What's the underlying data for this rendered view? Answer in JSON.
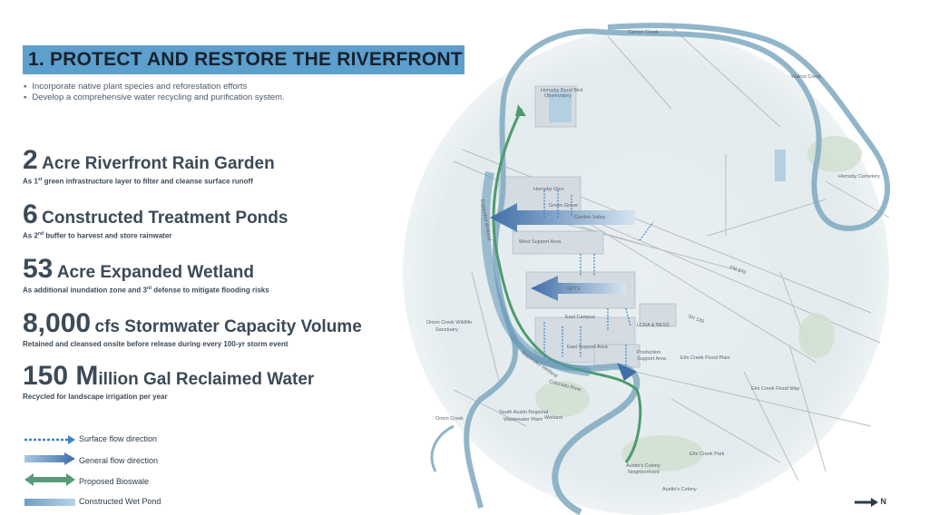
{
  "header": {
    "title": "1. PROTECT AND RESTORE THE RIVERFRONT"
  },
  "bullets": [
    "Incorporate native plant species and reforestation efforts",
    "Develop a comprehensive water recycling and purification system."
  ],
  "stats": [
    {
      "value": "2",
      "label": "Acre Riverfront Rain Garden",
      "desc_pre": "As 1",
      "desc_sup": "st",
      "desc_post": " green infrastructure layer to filter and cleanse surface runoff"
    },
    {
      "value": "6",
      "label": "Constructed Treatment Ponds",
      "desc_pre": "As 2",
      "desc_sup": "nd",
      "desc_post": " buffer to harvest and store rainwater"
    },
    {
      "value": "53",
      "label": "Acre Expanded Wetland",
      "desc_pre": "As additional inundation zone and 3",
      "desc_sup": "rd",
      "desc_post": " defense to mitigate flooding risks"
    },
    {
      "value": "8,000",
      "label": "cfs Stormwater Capacity Volume",
      "desc_pre": "Retained and cleansed onsite before release during every 100-yr storm event",
      "desc_sup": "",
      "desc_post": ""
    },
    {
      "value": "150 M",
      "label": "illion Gal Reclaimed Water",
      "desc_pre": "Recycled for landscape irrigation per year",
      "desc_sup": "",
      "desc_post": ""
    }
  ],
  "legend": [
    {
      "label": "Surface flow direction",
      "icon": "dotted-arrow-icon",
      "color": "#3f84c2"
    },
    {
      "label": "General flow direction",
      "icon": "thick-arrow-icon",
      "color": "#3f6fa8"
    },
    {
      "label": "Proposed Bioswale",
      "icon": "double-arrow-icon",
      "color": "#5a9a78"
    },
    {
      "label": "Constructed Wet Pond",
      "icon": "pond-bar-icon",
      "color": "#8ab5d3"
    }
  ],
  "map": {
    "labels": {
      "carson_creek": "Carson Creek",
      "hornsby_bend": "Hornsby Bend Bird",
      "observatory": "Observatory",
      "walnut_creek": "Walnut Creek",
      "hornsby_cemetery": "Hornsby Cemetery",
      "hornsby_glen": "Hornsby Glen",
      "green_grove": "Green Grove",
      "garden_valley": "Garden Valley",
      "west_support": "West Support Area",
      "expanded_wetland_north": "Expanded Wetland",
      "fm_973": "FM 973",
      "gftx": "GFTX",
      "east_campus": "East Campus",
      "lcra": "LCRA & BESS",
      "sh_130": "SH 130",
      "onion_creek_sanctuary": "Onion Creek Wildlife",
      "sanctuary": "Sanctuary",
      "east_support": "East Support Area",
      "production": "Production",
      "support_area": "Support Area",
      "elm_creek_plain": "Elm Creek Flood Plain",
      "expanded_wetland_south": "Expanded Wetland",
      "colorado_river": "Colorado River",
      "elm_creek_way": "Elm Creek Flood Way",
      "onion_creek": "Onion Creek",
      "south_austin": "South Austin Regional",
      "wastewater": "Wastewater Plant",
      "wetland": "Wetland",
      "elm_creek_park": "Elm Creek Park",
      "austins_colony_n": "Austin's Colony",
      "neighborhood": "Neighborhood",
      "austins_colony": "Austin's Colony"
    }
  },
  "north": {
    "label": "N"
  },
  "colors": {
    "title_bar": "#5d9fcd",
    "river": "#7fa9bf",
    "bioswale": "#4e9a6e",
    "flow_arrow": "#3f6fa8"
  }
}
